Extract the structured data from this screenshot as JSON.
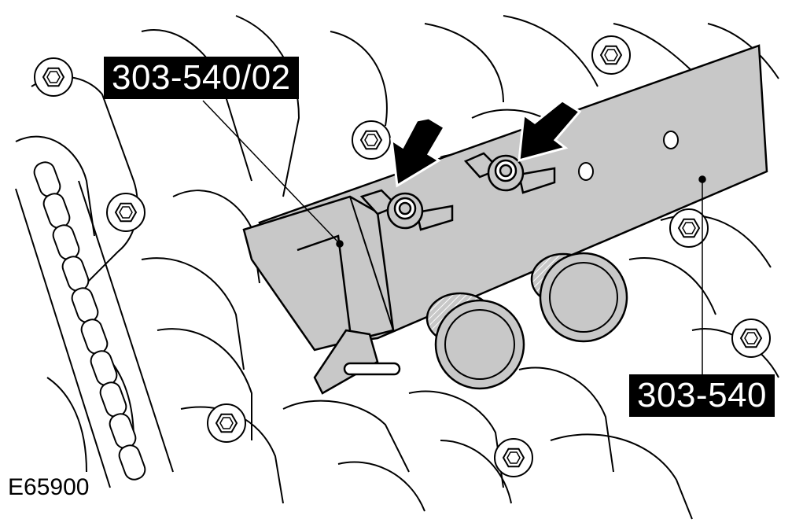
{
  "figure": {
    "id": "E65900"
  },
  "callouts": {
    "tool": "303-540/02",
    "bar": "303-540"
  },
  "colors": {
    "line": "#000000",
    "tool_fill": "#c8c8c8",
    "background": "#ffffff",
    "label_bg": "#000000",
    "label_text": "#ffffff"
  },
  "icons": [
    "arrow-indicator-icon",
    "hex-bolt-icon",
    "wing-nut-icon",
    "roller-icon"
  ]
}
